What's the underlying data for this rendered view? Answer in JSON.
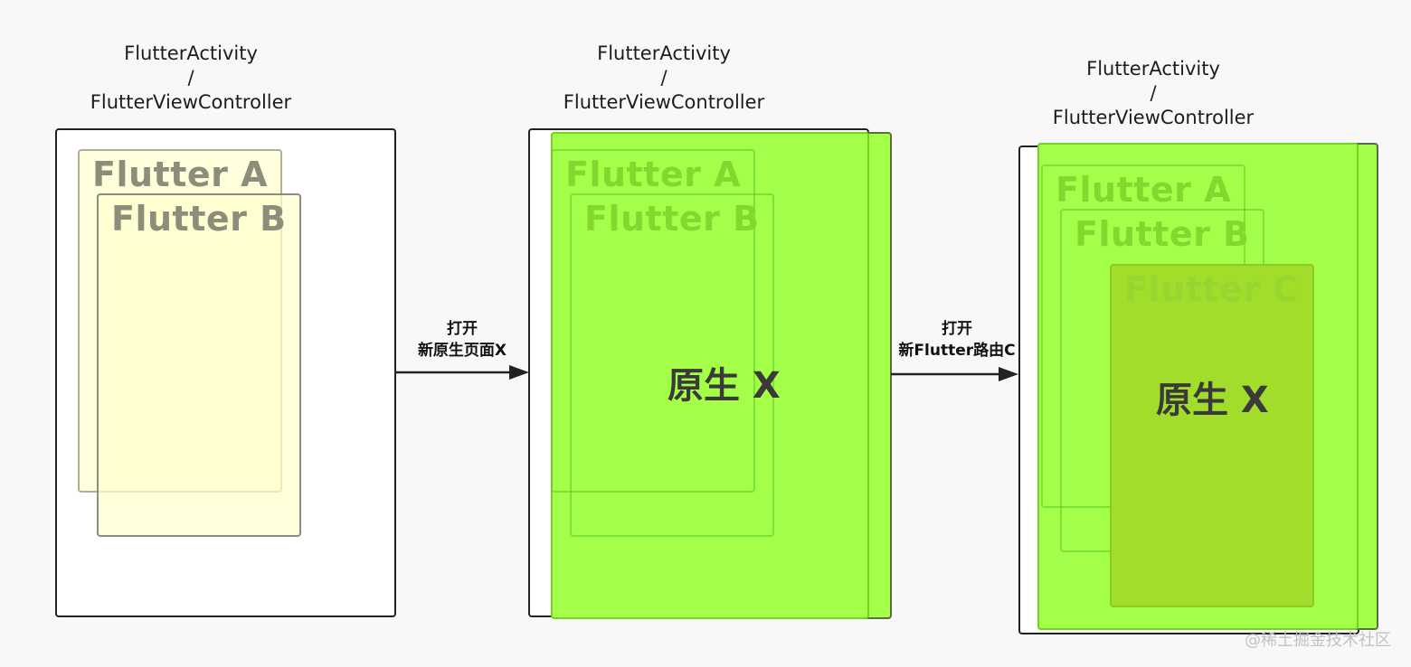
{
  "captions": [
    {
      "line1": "FlutterActivity",
      "sep": "/",
      "line2": "FlutterViewController"
    },
    {
      "line1": "FlutterActivity",
      "sep": "/",
      "line2": "FlutterViewController"
    },
    {
      "line1": "FlutterActivity",
      "sep": "/",
      "line2": "FlutterViewController"
    }
  ],
  "stage1": {
    "pageA": "Flutter A",
    "pageB": "Flutter B"
  },
  "stage2": {
    "pageA": "Flutter A",
    "pageB": "Flutter B",
    "native": "原生 X"
  },
  "stage3": {
    "pageA": "Flutter A",
    "pageB": "Flutter B",
    "pageC": "Flutter C",
    "native": "原生 X"
  },
  "arrows": [
    {
      "line1": "打开",
      "line2": "新原生页面X"
    },
    {
      "line1": "打开",
      "line2": "新Flutter路由C"
    }
  ],
  "watermark": "@稀土掘金技术社区",
  "colors": {
    "native_green": "#a3ff47",
    "flutter_yellow": "#ffffcd",
    "flutter_c_green": "#a3dd2b"
  }
}
